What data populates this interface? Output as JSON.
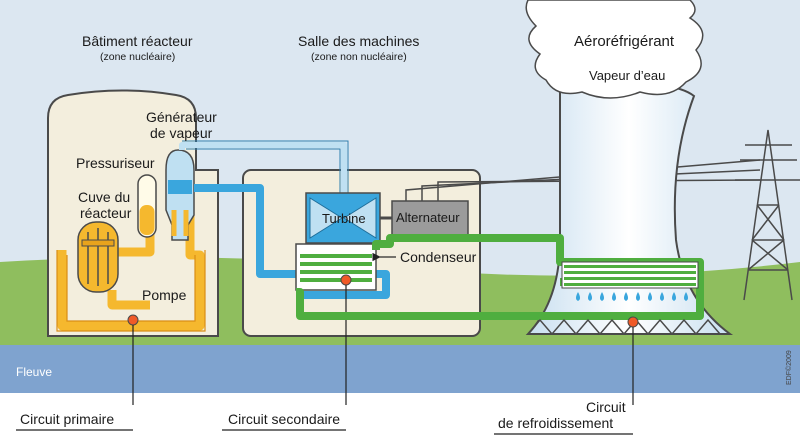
{
  "labels": {
    "reactor_building": "Bâtiment réacteur",
    "reactor_building_sub": "(zone nucléaire)",
    "turbine_hall": "Salle des machines",
    "turbine_hall_sub": "(zone non nucléaire)",
    "cooling_tower": "Aéroréfrigérant",
    "steam": "Vapeur d’eau",
    "steam_generator_1": "Générateur",
    "steam_generator_2": "de vapeur",
    "pressurizer": "Pressuriseur",
    "vessel_1": "Cuve du",
    "vessel_2": "réacteur",
    "pump": "Pompe",
    "turbine": "Turbine",
    "alternator": "Alternateur",
    "condenser": "Condenseur",
    "river": "Fleuve",
    "primary_circuit": "Circuit primaire",
    "secondary_circuit": "Circuit secondaire",
    "cooling_circuit_1": "Circuit",
    "cooling_circuit_2": "de refroidissement",
    "copyright": "EDF©2009"
  },
  "colors": {
    "sky": "#dce7f1",
    "ground": "#8fbe5e",
    "river": "#7fa3cf",
    "building": "#f3eedd",
    "primary": "#f5b82e",
    "secondary": "#3aa6dd",
    "secondary_light": "#bfe0f2",
    "cooling": "#4fae3f",
    "pump_dot": "#f05a28"
  }
}
